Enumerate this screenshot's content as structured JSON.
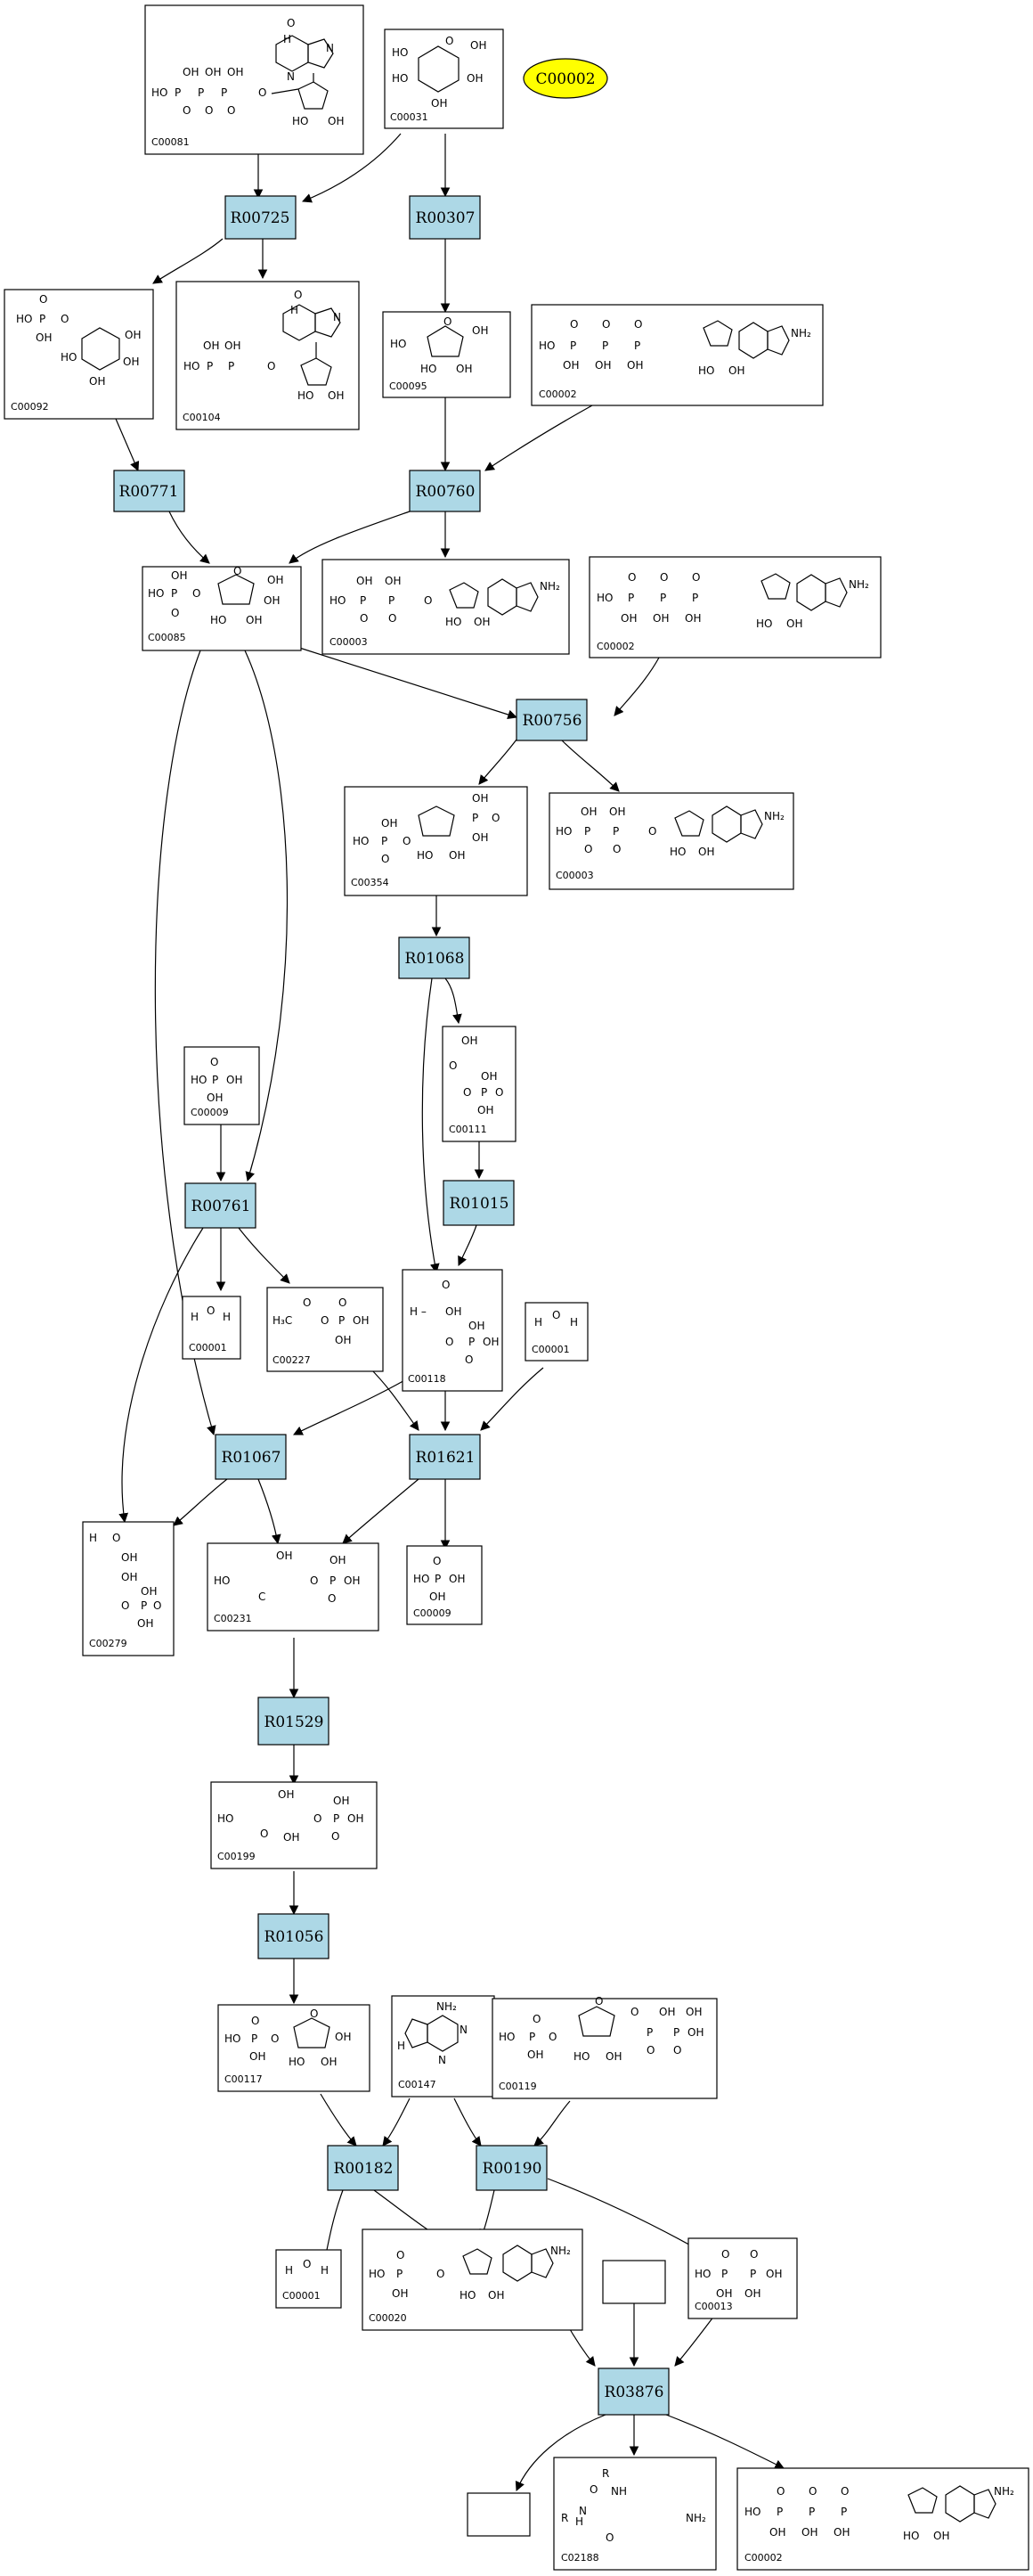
{
  "highlight": {
    "label": "C00002"
  },
  "reactions": {
    "R00725": "R00725",
    "R00307": "R00307",
    "R00771": "R00771",
    "R00760": "R00760",
    "R00756": "R00756",
    "R01068": "R01068",
    "R01015": "R01015",
    "R00761": "R00761",
    "R01067": "R01067",
    "R01621": "R01621",
    "R01529": "R01529",
    "R01056": "R01056",
    "R00182": "R00182",
    "R00190": "R00190",
    "R03876": "R03876"
  },
  "compounds": {
    "c081": "C00081",
    "c031": "C00031",
    "c092": "C00092",
    "c104": "C00104",
    "c095": "C00095",
    "c002a": "C00002",
    "c085": "C00085",
    "c003a": "C00003",
    "c002b": "C00002",
    "c354": "C00354",
    "c003b": "C00003",
    "c009a": "C00009",
    "c111": "C00111",
    "c001a": "C00001",
    "c227": "C00227",
    "c118": "C00118",
    "c001b": "C00001",
    "c279": "C00279",
    "c231": "C00231",
    "c009b": "C00009",
    "c199": "C00199",
    "c117": "C00117",
    "c147": "C00147",
    "c119": "C00119",
    "c001c": "C00001",
    "c020": "C00020",
    "c013": "C00013",
    "c188": "C02188",
    "c002c": "C00002"
  },
  "atoms": {
    "oh": "OH",
    "ho": "HO",
    "o": "O",
    "p": "P",
    "n": "N",
    "nh": "NH",
    "nh2": "NH₂",
    "h": "H",
    "c": "C",
    "h3c": "H₃C",
    "r": "R",
    "rh": "R",
    "hdash": "H –",
    "hn": "H"
  }
}
